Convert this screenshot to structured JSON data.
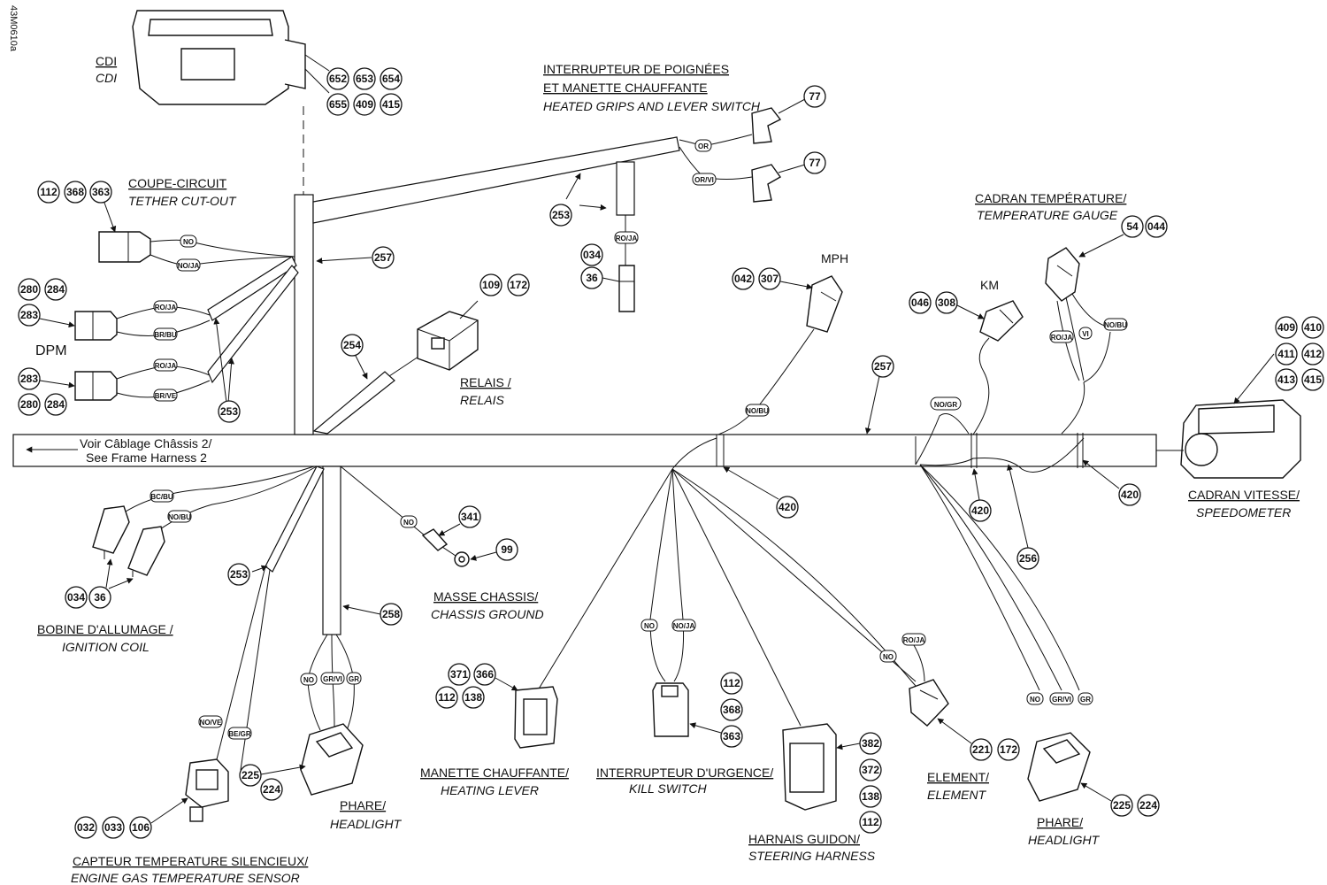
{
  "drawing_id": "43M0610a",
  "frame_note": {
    "fr": "Voir Câblage Châssis 2/",
    "en": "See Frame Harness 2"
  },
  "labels": {
    "cdi": {
      "fr": "CDI",
      "en": "CDI"
    },
    "heated_grips": {
      "fr1": "INTERRUPTEUR DE POIGNÉES",
      "fr2": "ET MANETTE CHAUFFANTE",
      "en": "HEATED GRIPS AND LEVER SWITCH"
    },
    "tether": {
      "fr": "COUPE-CIRCUIT",
      "en": "TETHER CUT-OUT"
    },
    "temp_gauge": {
      "fr": "CADRAN TEMPÉRATURE/",
      "en": "TEMPERATURE GAUGE"
    },
    "mph": "MPH",
    "km": "KM",
    "dpm": "DPM",
    "relais": {
      "fr": "RELAIS /",
      "en": "RELAIS"
    },
    "speedometer": {
      "fr": "CADRAN VITESSE/",
      "en": "SPEEDOMETER"
    },
    "ignition_coil": {
      "fr": "BOBINE D'ALLUMAGE /",
      "en": "IGNITION COIL"
    },
    "chassis_ground": {
      "fr": "MASSE CHASSIS/",
      "en": "CHASSIS GROUND"
    },
    "heating_lever": {
      "fr": "MANETTE CHAUFFANTE/",
      "en": "HEATING LEVER"
    },
    "kill_switch": {
      "fr": "INTERRUPTEUR D'URGENCE/",
      "en": "KILL SWITCH"
    },
    "element": {
      "fr": "ELEMENT/",
      "en": "ELEMENT"
    },
    "steering_harness": {
      "fr": "HARNAIS GUIDON/",
      "en": "STEERING HARNESS"
    },
    "headlight_left": {
      "fr": "PHARE/",
      "en": "HEADLIGHT"
    },
    "headlight_right": {
      "fr": "PHARE/",
      "en": "HEADLIGHT"
    },
    "exhaust_sensor": {
      "fr": "CAPTEUR TEMPERATURE SILENCIEUX/",
      "en": "ENGINE GAS TEMPERATURE SENSOR"
    }
  },
  "callouts": {
    "cdi": [
      "652",
      "653",
      "654",
      "655",
      "409",
      "415"
    ],
    "grip77a": "77",
    "grip77b": "77",
    "tether": [
      "112",
      "368",
      "363"
    ],
    "dpm_top": [
      "280",
      "284",
      "283"
    ],
    "dpm_bot": [
      "283",
      "280",
      "284"
    ],
    "relais": [
      "109",
      "172"
    ],
    "plug_mid": [
      "034",
      "36"
    ],
    "mph": [
      "042",
      "307"
    ],
    "km": [
      "046",
      "308"
    ],
    "temp": [
      "54",
      "044"
    ],
    "speedo": [
      "409",
      "410",
      "411",
      "412",
      "413",
      "415"
    ],
    "ign": [
      "034",
      "36"
    ],
    "ground": [
      "341",
      "99"
    ],
    "heatlever": [
      "371",
      "366",
      "112",
      "138"
    ],
    "kill": [
      "112",
      "368",
      "363"
    ],
    "steer": [
      "382",
      "372",
      "138",
      "112"
    ],
    "element": [
      "221",
      "172"
    ],
    "head_l": [
      "225",
      "224"
    ],
    "head_r": [
      "225",
      "224"
    ],
    "exhaust": [
      "032",
      "033",
      "106"
    ],
    "ref_257a": "257",
    "ref_257b": "257",
    "ref_253a": "253",
    "ref_253b": "253",
    "ref_253c": "253",
    "ref_254": "254",
    "ref_258": "258",
    "ref_256": "256",
    "ref_420a": "420",
    "ref_420b": "420",
    "ref_420c": "420"
  },
  "wire_colors": {
    "or": "OR",
    "or_vi": "OR/VI",
    "tether_no": "NO",
    "tether_noja": "NO/JA",
    "dpm1": "RO/JA",
    "dpm2": "BR/BU",
    "dpm3": "RO/JA",
    "dpm4": "BR/VE",
    "plug_roja": "RO/JA",
    "mph_nobu": "NO/BU",
    "km_nogr": "NO/GR",
    "temp_roja": "RO/JA",
    "temp_vi": "VI",
    "temp_nobu": "NO/BU",
    "ign_bcbu": "BC/BU",
    "ign_nobu": "NO/BU",
    "ground_no": "NO",
    "kill_no": "NO",
    "kill_noja": "NO/JA",
    "elem_roja": "RO/JA",
    "elem_no": "NO",
    "hl_no": "NO",
    "hl_grvi": "GR/VI",
    "hl_gr": "GR",
    "hr_no": "NO",
    "hr_grvi": "GR/VI",
    "hr_gr": "GR",
    "ex_nove": "NO/VE",
    "ex_begr": "BE/GR"
  }
}
